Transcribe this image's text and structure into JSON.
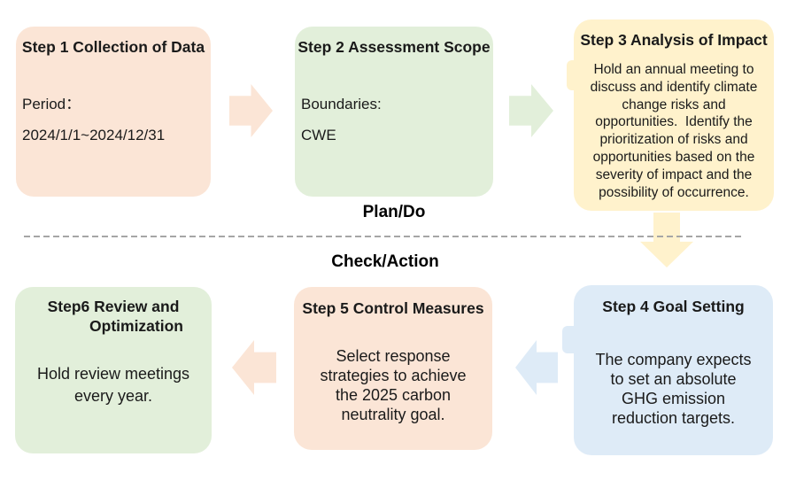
{
  "diagram": {
    "phase_labels": {
      "top": "Plan/Do",
      "bottom": "Check/Action"
    },
    "steps": [
      {
        "title": "Step 1 Collection of Data",
        "body": "Period：\n2024/1/1~2024/12/31"
      },
      {
        "title": "Step 2 Assessment Scope",
        "body": "Boundaries:\nCWE"
      },
      {
        "title": "Step 3 Analysis of Impact",
        "body": "Hold an annual meeting to\ndiscuss and identify climate\nchange risks and\nopportunities.  Identify the\nprioritization of risks and\nopportunities based on the\nseverity of impact and the\npossibility of occurrence."
      },
      {
        "title": "Step 4 Goal Setting",
        "body": "The company expects\nto set an absolute\nGHG emission\nreduction targets."
      },
      {
        "title": "Step 5 Control Measures",
        "body": "Select response\nstrategies to achieve\nthe 2025 carbon\nneutrality goal."
      },
      {
        "title_line1": "Step6  Review and",
        "title_line2": "Optimization",
        "body": "Hold review meetings\nevery year."
      }
    ],
    "colors": {
      "step1_fill": "#FBE5D6",
      "step2_fill": "#E2EFDA",
      "step3_fill": "#FFF2CC",
      "step4_fill": "#DEEBF7",
      "step5_fill": "#FBE5D6",
      "step6_fill": "#E2EFDA",
      "divider_dash": "#A6A6A6",
      "text": "#1A1A1A"
    }
  }
}
